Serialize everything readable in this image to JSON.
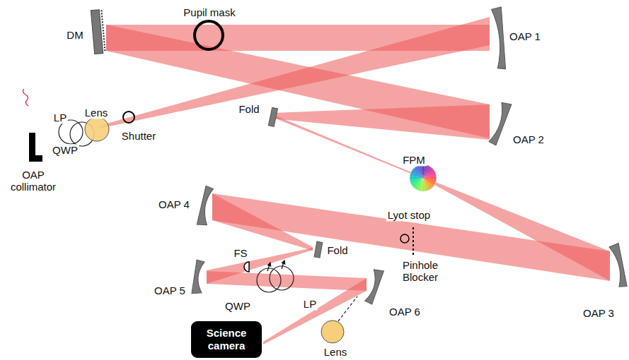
{
  "diagram": {
    "nodes": [
      {
        "text": [
          "Science camera"
        ]
      }
    ],
    "labels": [
      "Pupil mask",
      "DM",
      "OAP 1",
      "LP",
      "Lens",
      "QWP",
      "Shutter",
      "OAP collimator",
      "Fold",
      "OAP 2",
      "FPM",
      "OAP 4",
      "Lyot stop",
      "Pinhole Blocker",
      "FS",
      "Fold",
      "OAP 5",
      "QWP",
      "LP",
      "OAP 6",
      "Lens",
      "OAP 3"
    ]
  }
}
